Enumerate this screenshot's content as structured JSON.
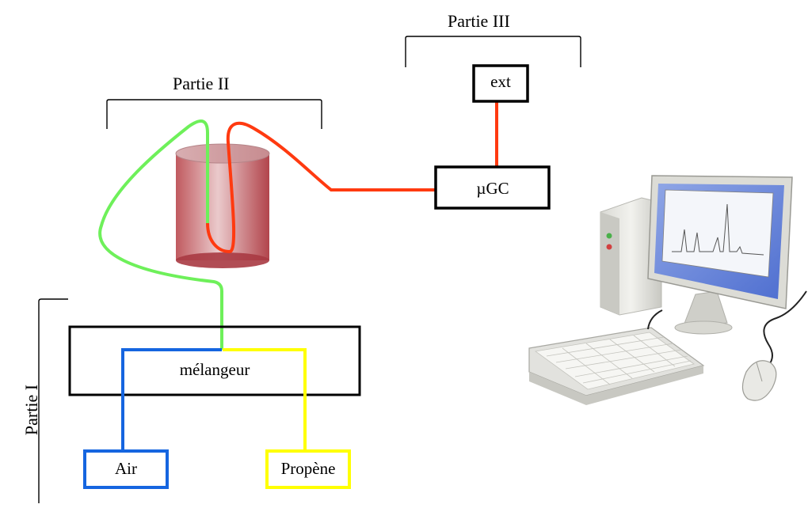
{
  "sections": {
    "part1": "Partie I",
    "part2": "Partie II",
    "part3": "Partie III"
  },
  "boxes": {
    "ext": "ext",
    "ugc": "µGC",
    "mixer": "mélangeur",
    "air": "Air",
    "propene": "Propène"
  },
  "colors": {
    "air_line": "#1565e0",
    "propene_line": "#ffff00",
    "green_line": "#6ef05a",
    "red_line": "#ff3a10",
    "box_border": "#000000"
  },
  "icons": {
    "reactor": "reactor-cylinder-icon",
    "computer": "desktop-computer-icon"
  }
}
